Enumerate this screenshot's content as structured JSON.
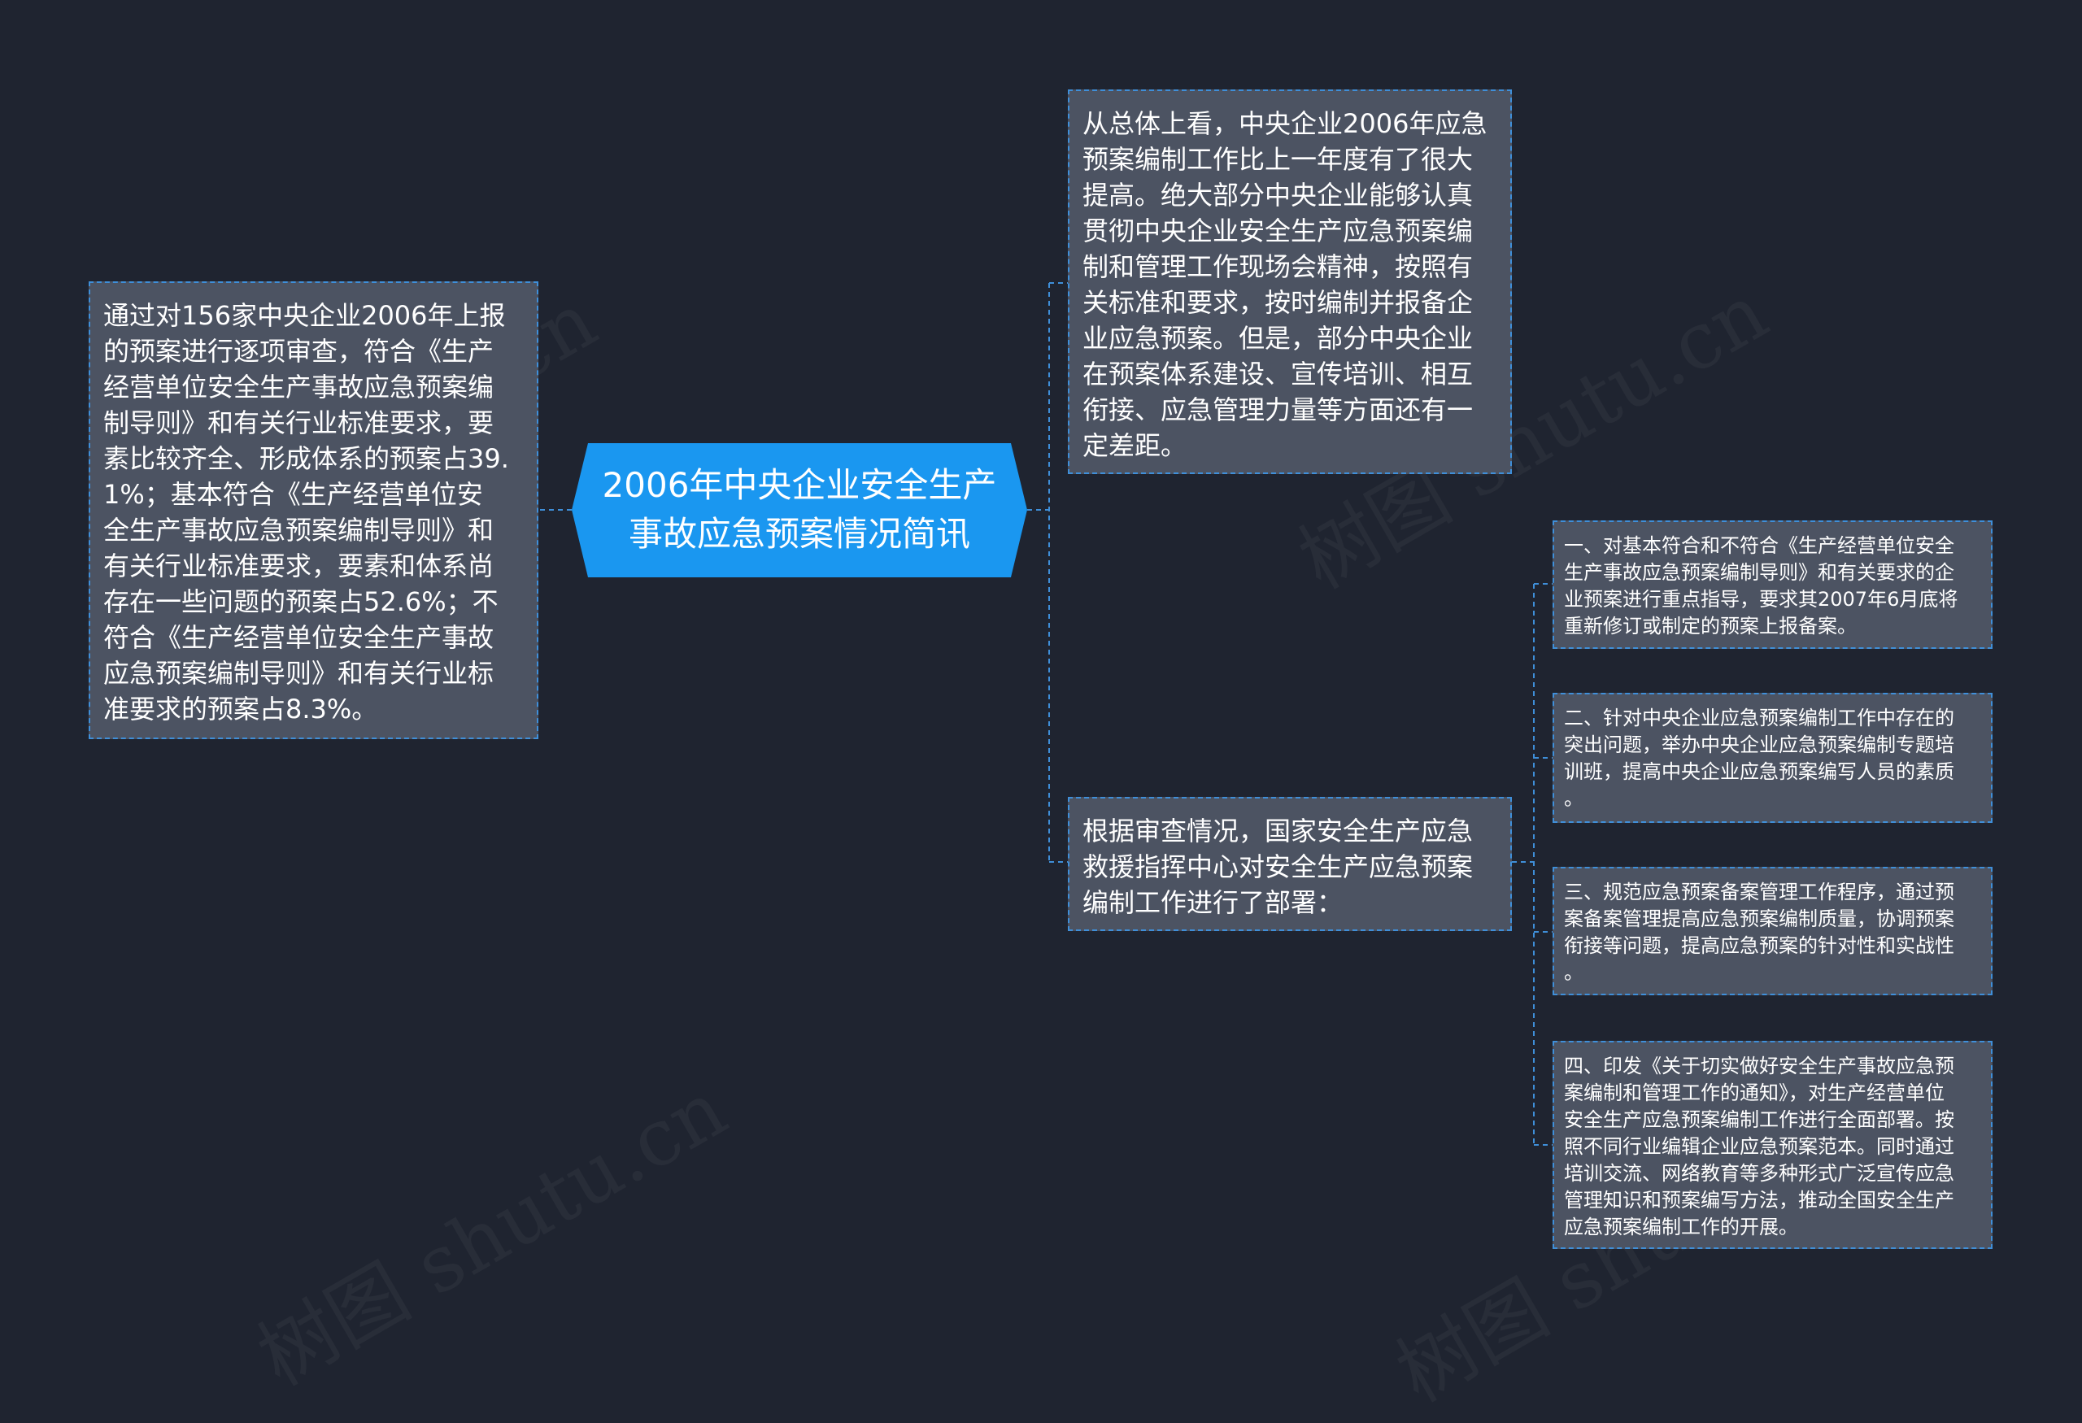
{
  "root": {
    "title": "2006年中央企业安全生产\n事故应急预案情况简讯"
  },
  "left": {
    "text": "通过对156家中央企业2006年上报\n的预案进行逐项审查，符合《生产\n经营单位安全生产事故应急预案编\n制导则》和有关行业标准要求，要\n素比较齐全、形成体系的预案占39.\n1%；基本符合《生产经营单位安\n全生产事故应急预案编制导则》和\n有关行业标准要求，要素和体系尚\n存在一些问题的预案占52.6%；不\n符合《生产经营单位安全生产事故\n应急预案编制导则》和有关行业标\n准要求的预案占8.3%。"
  },
  "right_top": {
    "text": "从总体上看，中央企业2006年应急\n预案编制工作比上一年度有了很大\n提高。绝大部分中央企业能够认真\n贯彻中央企业安全生产应急预案编\n制和管理工作现场会精神，按照有\n关标准和要求，按时编制并报备企\n业应急预案。但是，部分中央企业\n在预案体系建设、宣传培训、相互\n衔接、应急管理力量等方面还有一\n定差距。"
  },
  "right_mid": {
    "text": "根据审查情况，国家安全生产应急\n救援指挥中心对安全生产应急预案\n编制工作进行了部署："
  },
  "sub_items": [
    {
      "text": "一、对基本符合和不符合《生产经营单位安全\n生产事故应急预案编制导则》和有关要求的企\n业预案进行重点指导，要求其2007年6月底将\n重新修订或制定的预案上报备案。"
    },
    {
      "text": "二、针对中央企业应急预案编制工作中存在的\n突出问题，举办中央企业应急预案编制专题培\n训班，提高中央企业应急预案编写人员的素质\n。"
    },
    {
      "text": "三、规范应急预案备案管理工作程序，通过预\n案备案管理提高应急预案编制质量，协调预案\n衔接等问题，提高应急预案的针对性和实战性\n。"
    },
    {
      "text": "四、印发《关于切实做好安全生产事故应急预\n案编制和管理工作的通知》，对生产经营单位\n安全生产应急预案编制工作进行全面部署。按\n照不同行业编辑企业应急预案范本。同时通过\n培训交流、网络教育等多种形式广泛宣传应急\n管理知识和预案编写方法，推动全国安全生产\n应急预案编制工作的开展。"
    }
  ],
  "watermark": "树图 shutu.cn",
  "colors": {
    "background": "#1f2430",
    "root_fill": "#1a97f0",
    "node_fill": "#4c5362",
    "border": "#3f8fd9",
    "text": "#ffffff"
  }
}
